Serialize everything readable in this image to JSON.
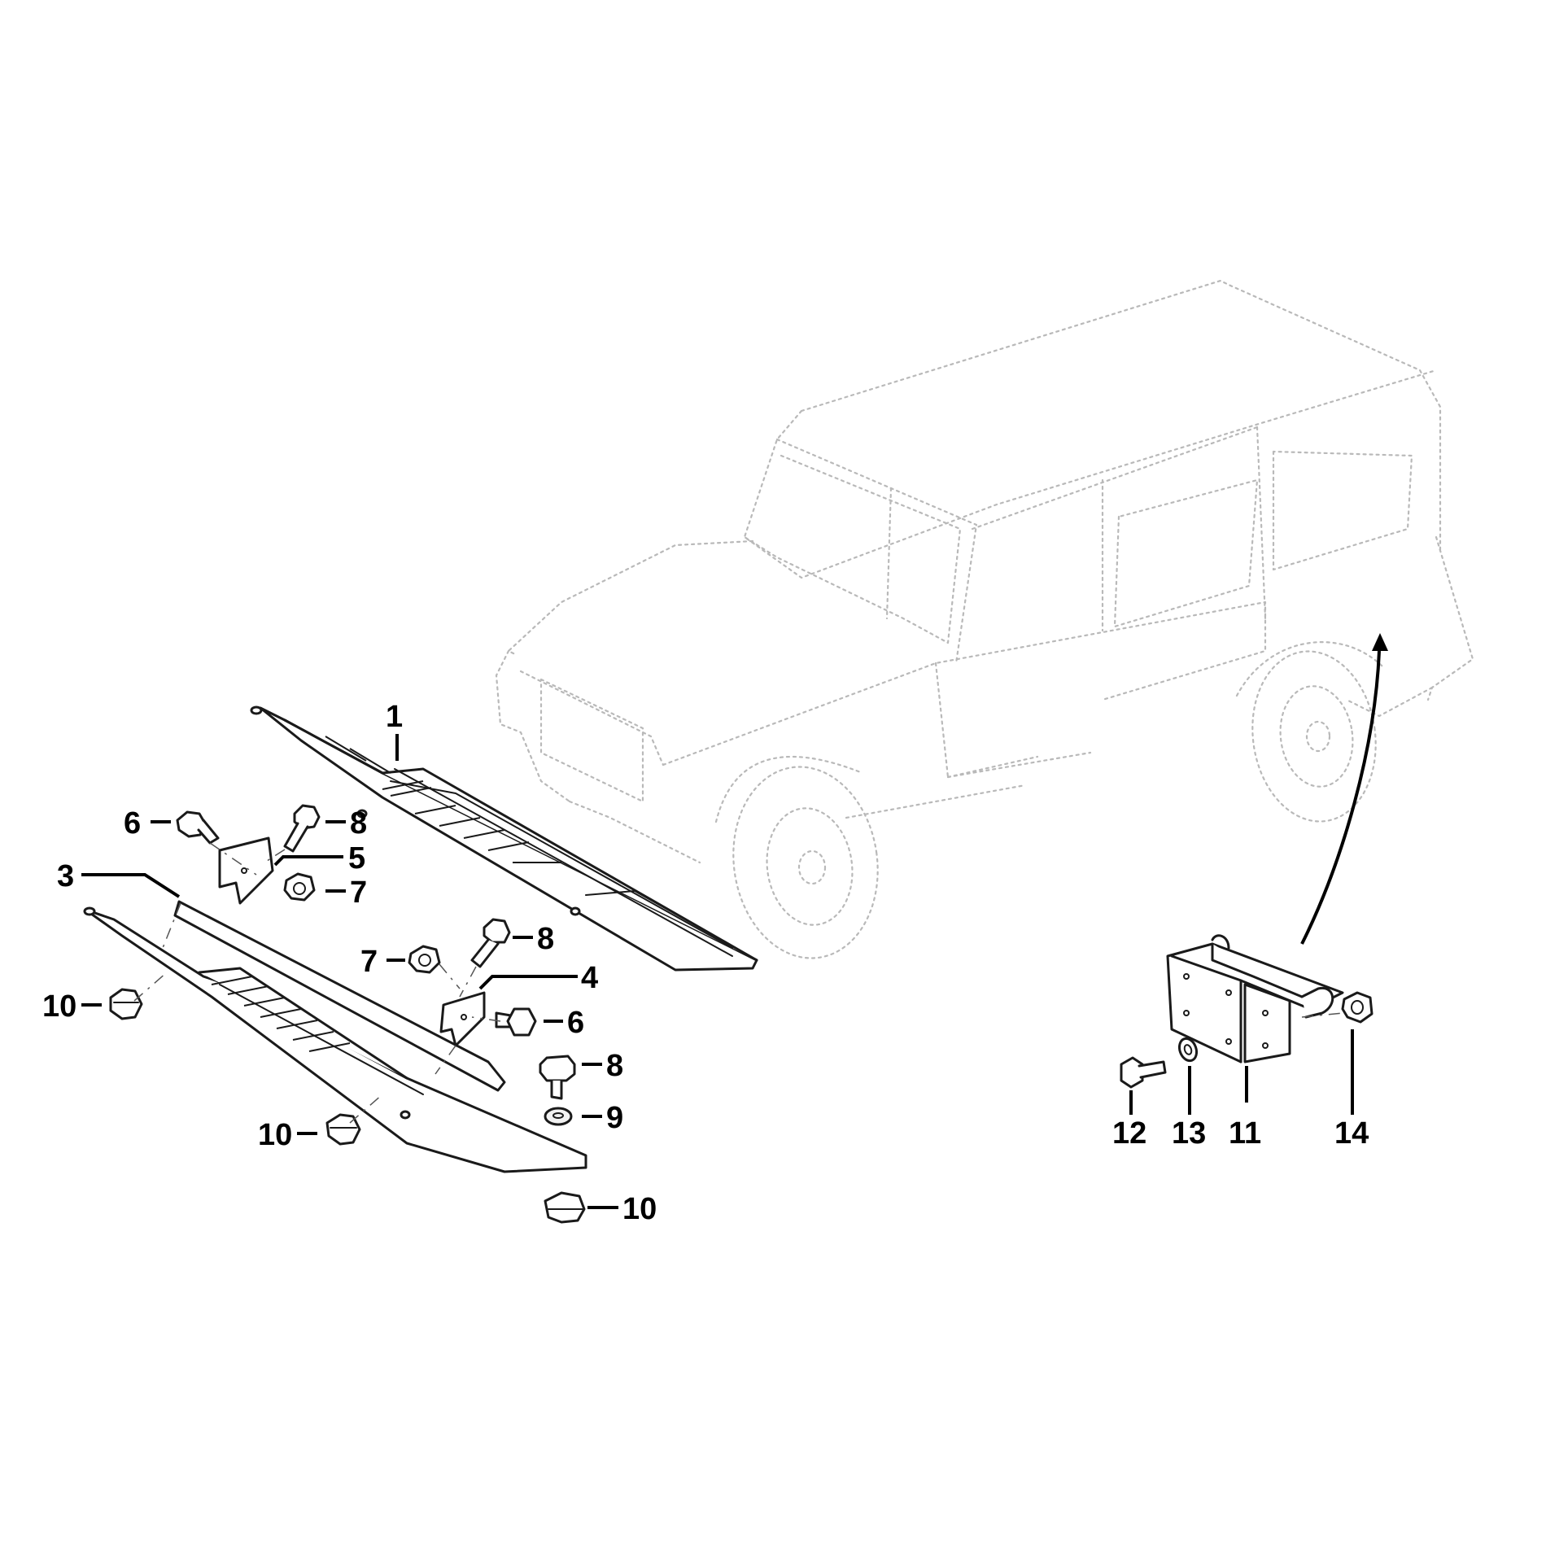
{
  "callouts": [
    {
      "id": "c1",
      "text": "1"
    },
    {
      "id": "c3",
      "text": "3"
    },
    {
      "id": "c4",
      "text": "4"
    },
    {
      "id": "c5",
      "text": "5"
    },
    {
      "id": "c6a",
      "text": "6"
    },
    {
      "id": "c6b",
      "text": "6"
    },
    {
      "id": "c7a",
      "text": "7"
    },
    {
      "id": "c7b",
      "text": "7"
    },
    {
      "id": "c8a",
      "text": "8"
    },
    {
      "id": "c8b",
      "text": "8"
    },
    {
      "id": "c8c",
      "text": "8"
    },
    {
      "id": "c9",
      "text": "9"
    },
    {
      "id": "c10a",
      "text": "10"
    },
    {
      "id": "c10b",
      "text": "10"
    },
    {
      "id": "c10c",
      "text": "10"
    },
    {
      "id": "c11",
      "text": "11"
    },
    {
      "id": "c12",
      "text": "12"
    },
    {
      "id": "c13",
      "text": "13"
    },
    {
      "id": "c14",
      "text": "14"
    }
  ]
}
